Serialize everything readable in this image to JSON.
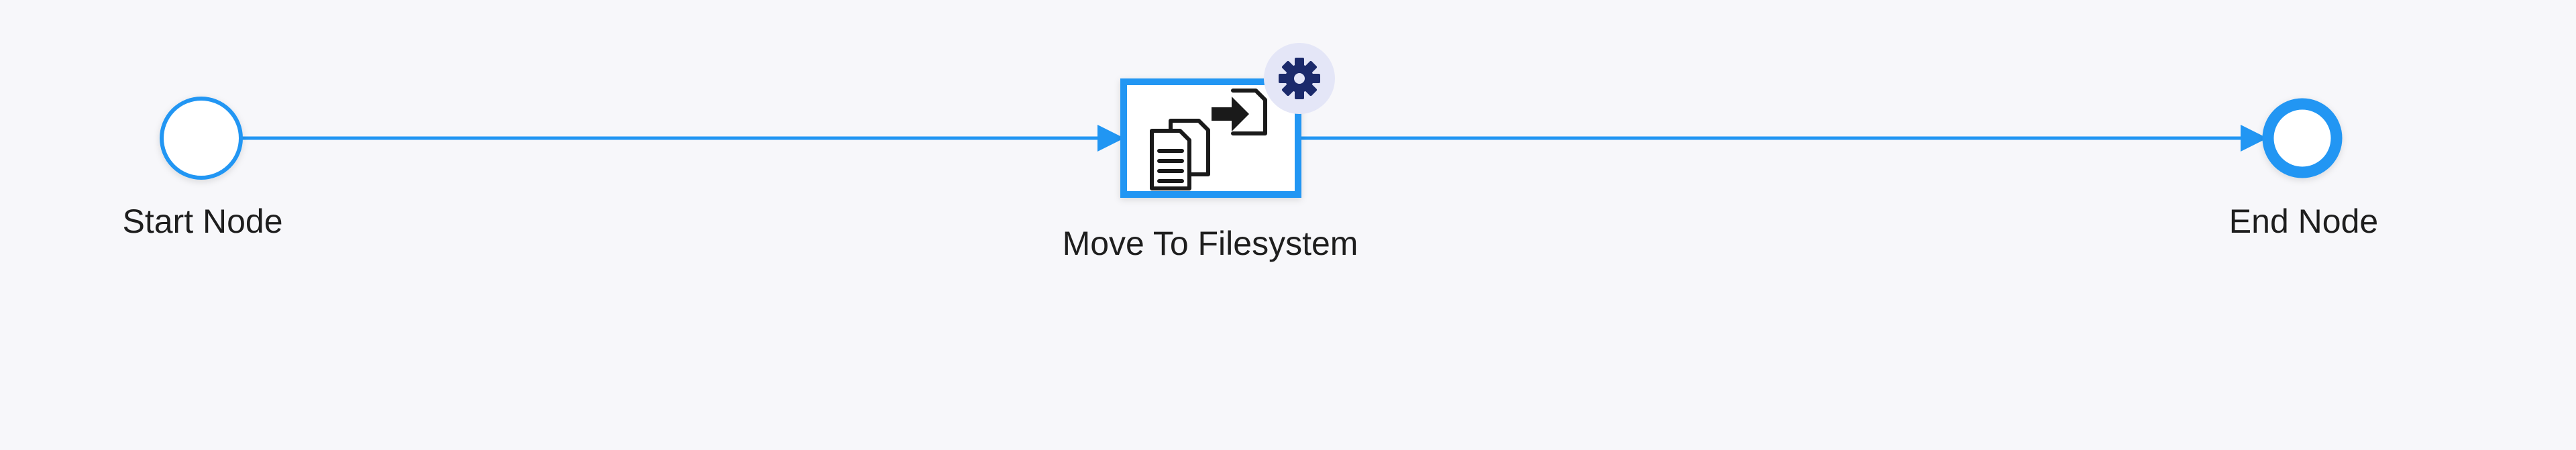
{
  "workflow": {
    "nodes": {
      "start": {
        "label": "Start Node",
        "icon": "start-circle-icon"
      },
      "task": {
        "label": "Move To Filesystem",
        "icon": "move-files-icon",
        "settings_icon": "gear-icon"
      },
      "end": {
        "label": "End Node",
        "icon": "end-circle-icon"
      }
    },
    "connections": [
      {
        "from": "start",
        "to": "task"
      },
      {
        "from": "task",
        "to": "end"
      }
    ]
  },
  "colors": {
    "background": "#f7f7fa",
    "accent": "#2196f3",
    "settings_badge_bg": "#e4e6f7",
    "settings_gear": "#1b2a6b",
    "text": "#1e1e1e"
  }
}
